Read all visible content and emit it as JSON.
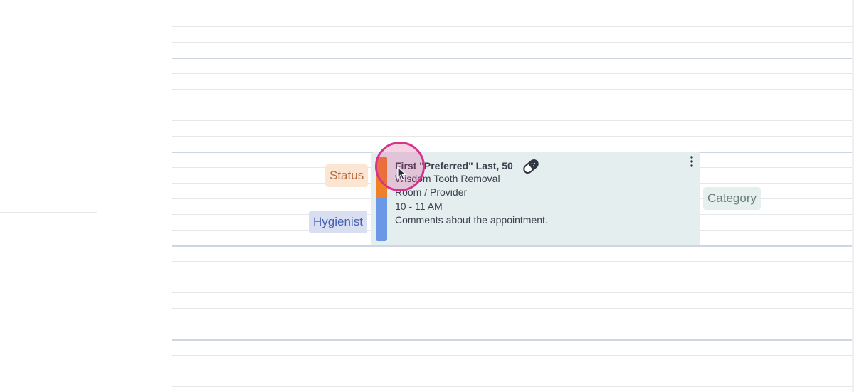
{
  "calendar": {
    "appointment": {
      "patient_name": "First \"Preferred\" Last, 50",
      "procedure": "Wisdom Tooth Removal",
      "room_provider": "Room / Provider",
      "time": "10 - 11 AM",
      "comments": "Comments about the appointment.",
      "status_color": "#f08028",
      "hygienist_color": "#6a98e6",
      "medical_alert_icon": "pill-icon",
      "menu_icon": "more-vertical-icon"
    },
    "tags": {
      "status": "Status",
      "hygienist": "Hygienist",
      "category": "Category"
    }
  },
  "colors": {
    "status_tag_bg": "#fbe6d4",
    "hygienist_tag_bg": "#d9dff0",
    "category_tag_bg": "#e5efed",
    "card_bg": "#e5eeee",
    "click_highlight": "#d6338a"
  }
}
